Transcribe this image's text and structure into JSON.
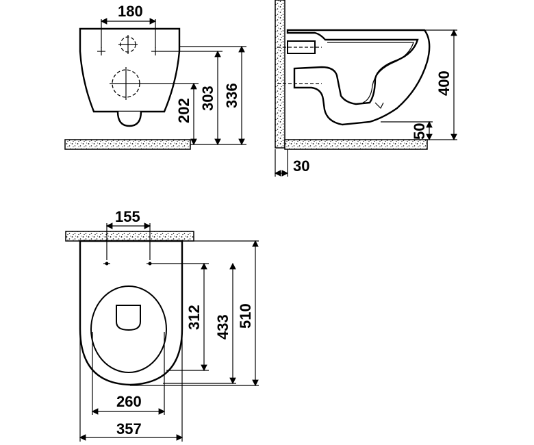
{
  "colors": {
    "stroke": "#000000",
    "background": "#ffffff"
  },
  "front_view": {
    "dim_hole_spacing": "180",
    "dim_floor_to_inlet": "202",
    "dim_floor_to_mount": "303",
    "dim_floor_to_top": "336"
  },
  "side_view": {
    "dim_height": "400",
    "dim_outlet_height": "50",
    "dim_wall_gap": "30"
  },
  "top_view": {
    "dim_hole_spacing": "155",
    "dim_wall_to_holes_312": "312",
    "dim_wall_to_seat_433": "433",
    "dim_length": "510",
    "dim_inner_width": "260",
    "dim_width": "357"
  }
}
